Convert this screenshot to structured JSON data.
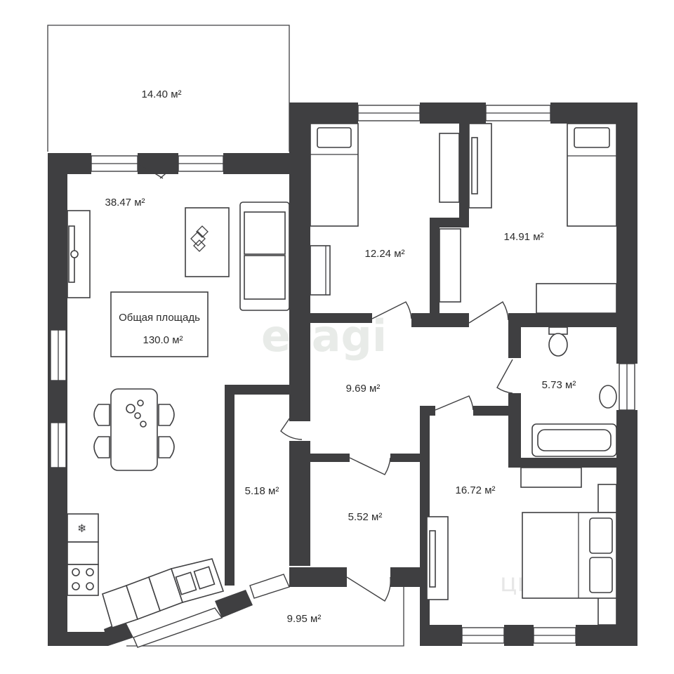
{
  "plan": {
    "total_area": {
      "title": "Общая площадь",
      "value": "130.0 м²"
    },
    "rooms": [
      {
        "id": "terrace-top",
        "area": "14.40 м²"
      },
      {
        "id": "living-kitchen",
        "area": "38.47 м²"
      },
      {
        "id": "bedroom-1",
        "area": "12.24 м²"
      },
      {
        "id": "bedroom-2",
        "area": "14.91 м²"
      },
      {
        "id": "hall",
        "area": "9.69 м²"
      },
      {
        "id": "bathroom",
        "area": "5.73 м²"
      },
      {
        "id": "corridor",
        "area": "5.18 м²"
      },
      {
        "id": "storage",
        "area": "5.52 м²"
      },
      {
        "id": "bedroom-3",
        "area": "16.72 м²"
      },
      {
        "id": "terrace-bottom",
        "area": "9.95 м²"
      }
    ],
    "watermarks": {
      "main": "etagi",
      "secondary": "циан"
    },
    "colors": {
      "wall": "#3f3f41",
      "background": "#ffffff"
    }
  }
}
